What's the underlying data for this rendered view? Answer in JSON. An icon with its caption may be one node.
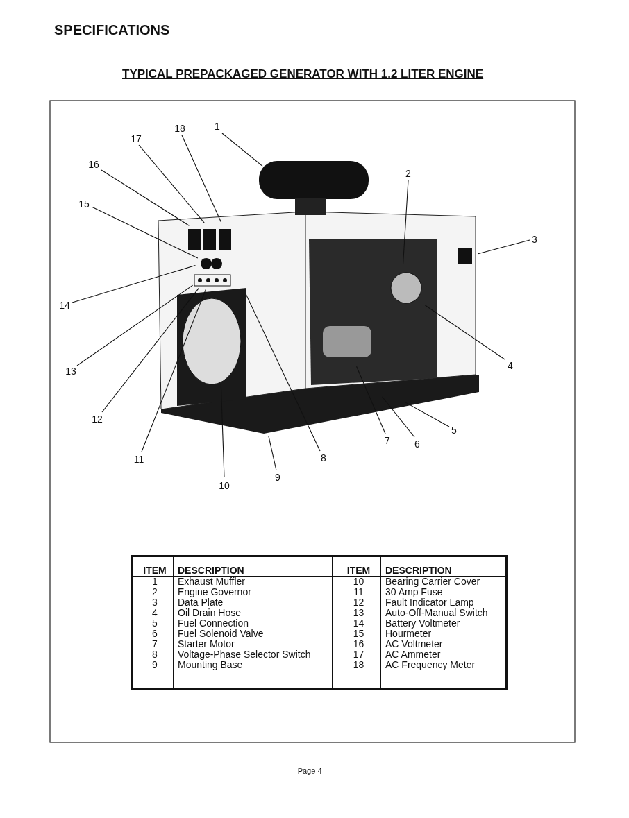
{
  "diagram": {
    "title": "TYPICAL PREPACKAGED GENERATOR WITH 1.2 LITER ENGINE",
    "nodes": [
      {
        "text": [
          "1"
        ]
      },
      {
        "text": [
          "2"
        ]
      },
      {
        "text": [
          "3"
        ]
      },
      {
        "text": [
          "4"
        ]
      },
      {
        "text": [
          "5"
        ]
      },
      {
        "text": [
          "6"
        ]
      },
      {
        "text": [
          "7"
        ]
      },
      {
        "text": [
          "8"
        ]
      },
      {
        "text": [
          "9"
        ]
      },
      {
        "text": [
          "10"
        ]
      },
      {
        "text": [
          "11"
        ]
      },
      {
        "text": [
          "12"
        ]
      },
      {
        "text": [
          "13"
        ]
      },
      {
        "text": [
          "14"
        ]
      },
      {
        "text": [
          "15"
        ]
      },
      {
        "text": [
          "16"
        ]
      },
      {
        "text": [
          "17"
        ]
      },
      {
        "text": [
          "18"
        ]
      }
    ],
    "edges": [
      {
        "from": 0,
        "to": null,
        "arrow": "none"
      },
      {
        "from": 1,
        "to": null,
        "arrow": "none"
      },
      {
        "from": 2,
        "to": null,
        "arrow": "none"
      },
      {
        "from": 3,
        "to": null,
        "arrow": "none"
      },
      {
        "from": 4,
        "to": null,
        "arrow": "none"
      },
      {
        "from": 5,
        "to": null,
        "arrow": "none"
      },
      {
        "from": 6,
        "to": null,
        "arrow": "none"
      },
      {
        "from": 7,
        "to": null,
        "arrow": "none"
      },
      {
        "from": 8,
        "to": null,
        "arrow": "none"
      },
      {
        "from": 9,
        "to": null,
        "arrow": "none"
      },
      {
        "from": 10,
        "to": null,
        "arrow": "none"
      },
      {
        "from": 11,
        "to": null,
        "arrow": "none"
      },
      {
        "from": 12,
        "to": null,
        "arrow": "none"
      },
      {
        "from": 13,
        "to": null,
        "arrow": "none"
      },
      {
        "from": 14,
        "to": null,
        "arrow": "none"
      },
      {
        "from": 15,
        "to": null,
        "arrow": "none"
      },
      {
        "from": 16,
        "to": null,
        "arrow": "none"
      },
      {
        "from": 17,
        "to": null,
        "arrow": "none"
      }
    ],
    "labels": [
      "SPECIFICATIONS",
      "ITEM",
      "DESCRIPTION",
      "ITEM",
      "DESCRIPTION",
      "1",
      "Exhaust Muffler",
      "10",
      "Bearing Carrier Cover",
      "2",
      "Engine Governor",
      "11",
      "30 Amp Fuse",
      "3",
      "Data Plate",
      "12",
      "Fault Indicator Lamp",
      "4",
      "Oil Drain Hose",
      "13",
      "Auto-Off-Manual Switch",
      "5",
      "Fuel Connection",
      "14",
      "Battery Voltmeter",
      "6",
      "Fuel Solenoid Valve",
      "15",
      "Hourmeter",
      "7",
      "Starter Motor",
      "16",
      "AC Voltmeter",
      "8",
      "Voltage-Phase Selector Switch",
      "17",
      "AC Ammeter",
      "9",
      "Mounting Base",
      "18",
      "AC Frequency Meter",
      "-Page 4-"
    ]
  }
}
